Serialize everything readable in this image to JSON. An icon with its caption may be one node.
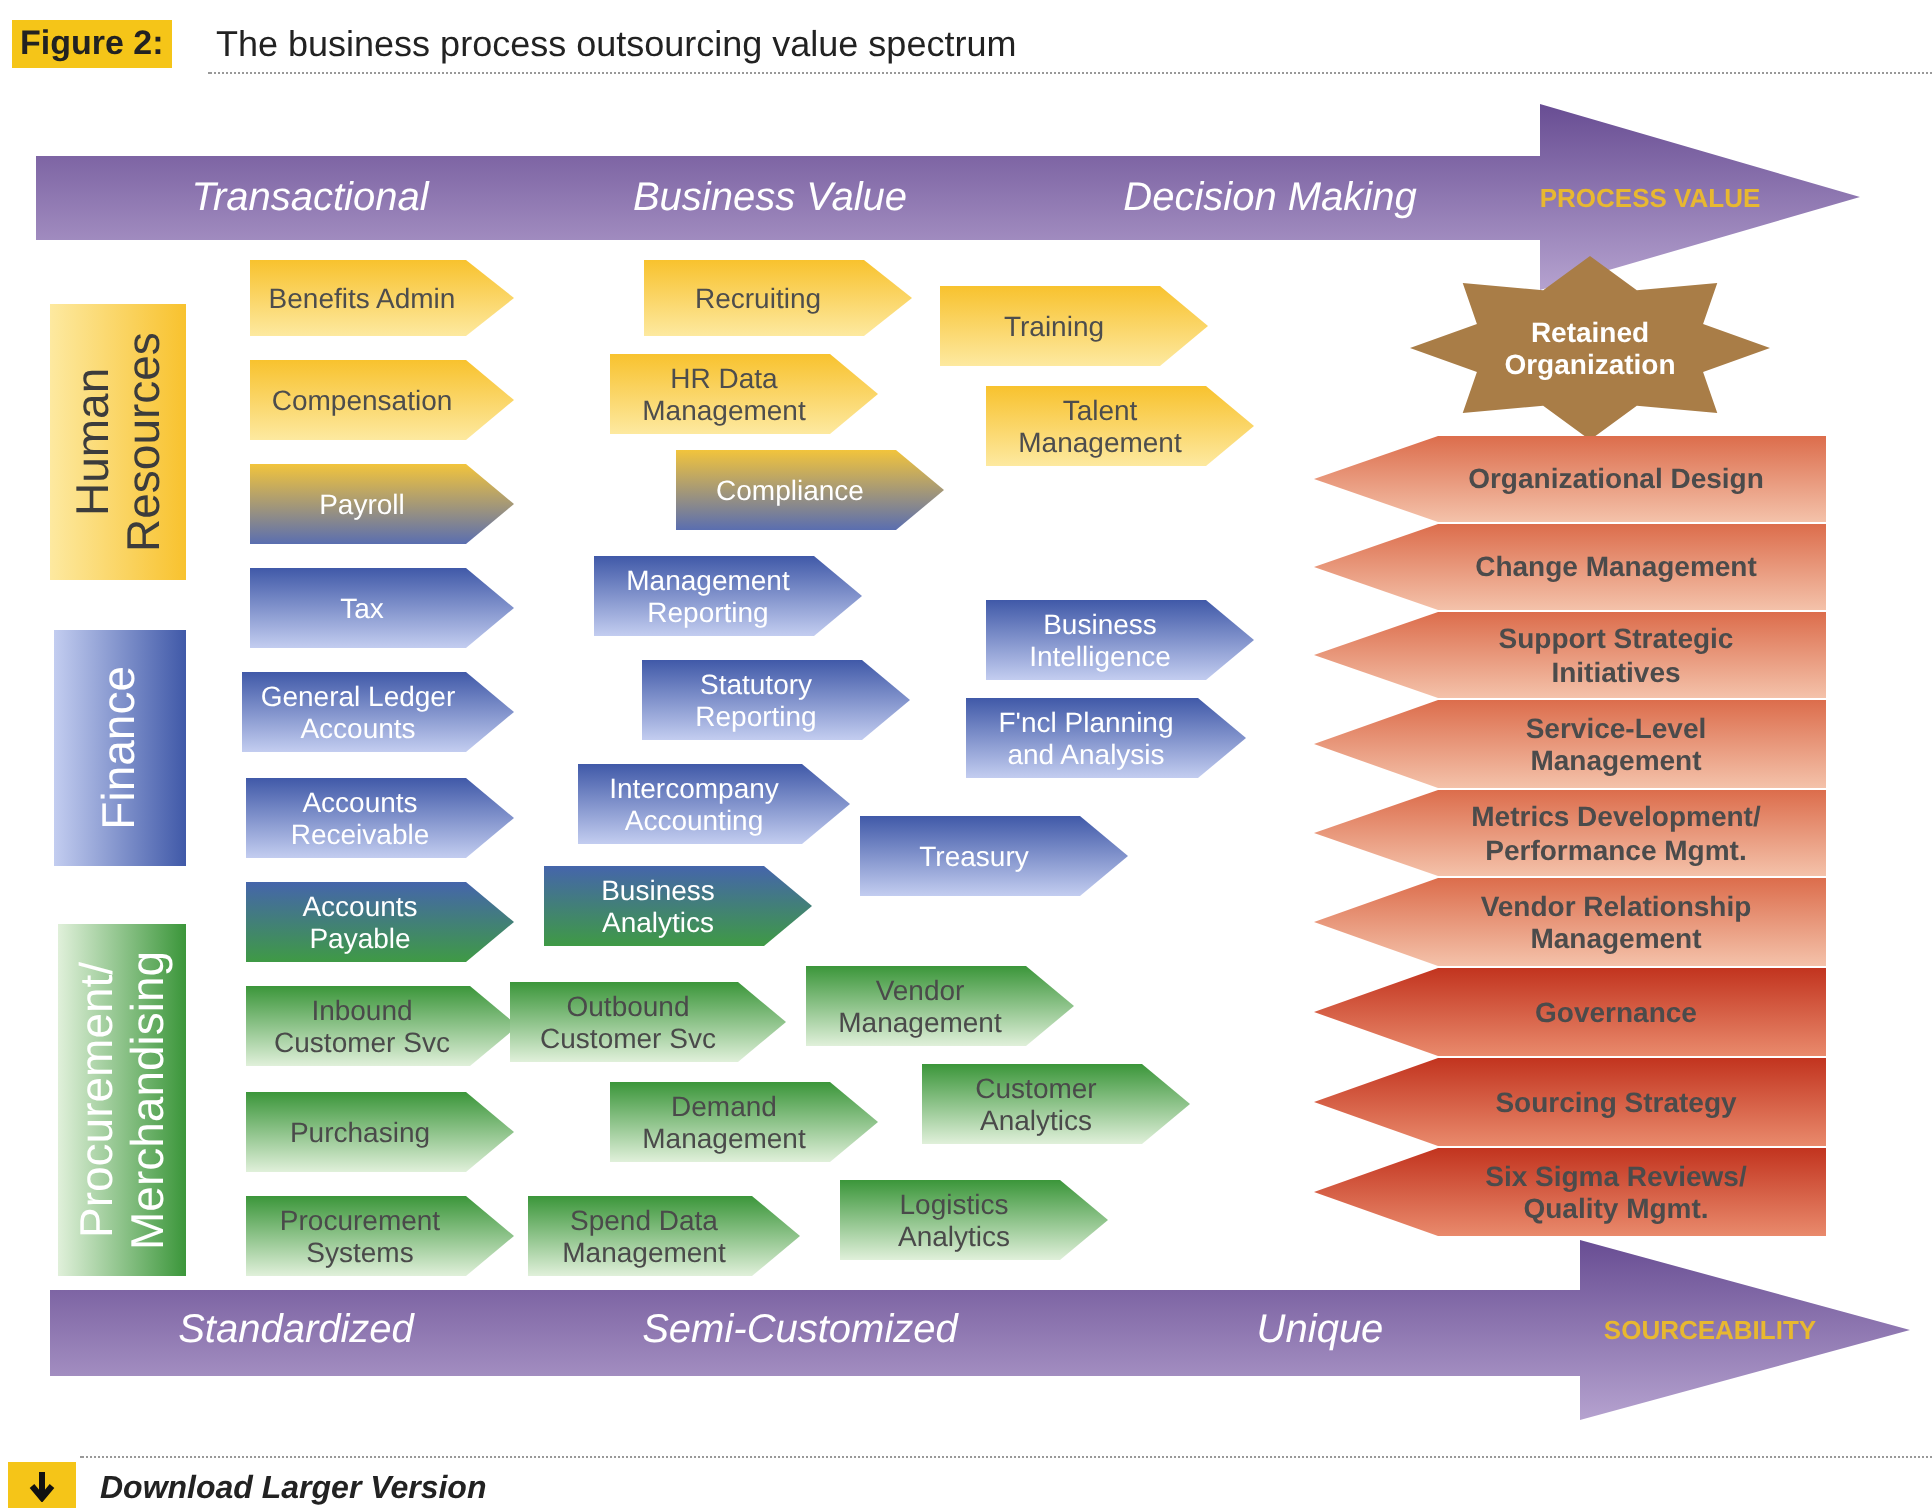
{
  "diagram": {
    "title": "The business process outsourcing value spectrum",
    "nodes": [
      {
        "text": [
          "Transactional",
          "Business Value",
          "Decision Making",
          "PROCESS VALUE"
        ]
      },
      {
        "text": [
          "Human Resources"
        ]
      },
      {
        "text": [
          "Finance"
        ]
      },
      {
        "text": [
          "Procurement/ Merchandising"
        ]
      },
      {
        "text": [
          "Benefits Admin"
        ]
      },
      {
        "text": [
          "Compensation"
        ]
      },
      {
        "text": [
          "Payroll"
        ]
      },
      {
        "text": [
          "Tax"
        ]
      },
      {
        "text": [
          "General Ledger Accounts"
        ]
      },
      {
        "text": [
          "Accounts Receivable"
        ]
      },
      {
        "text": [
          "Accounts Payable"
        ]
      },
      {
        "text": [
          "Inbound Customer Svc"
        ]
      },
      {
        "text": [
          "Purchasing"
        ]
      },
      {
        "text": [
          "Procurement Systems"
        ]
      },
      {
        "text": [
          "Recruiting"
        ]
      },
      {
        "text": [
          "HR Data Management"
        ]
      },
      {
        "text": [
          "Compliance"
        ]
      },
      {
        "text": [
          "Management Reporting"
        ]
      },
      {
        "text": [
          "Statutory Reporting"
        ]
      },
      {
        "text": [
          "Intercompany Accounting"
        ]
      },
      {
        "text": [
          "Business Analytics"
        ]
      },
      {
        "text": [
          "Outbound Customer Svc"
        ]
      },
      {
        "text": [
          "Demand Management"
        ]
      },
      {
        "text": [
          "Spend Data Management"
        ]
      },
      {
        "text": [
          "Training"
        ]
      },
      {
        "text": [
          "Talent Management"
        ]
      },
      {
        "text": [
          "Business Intelligence"
        ]
      },
      {
        "text": [
          "F'ncl Planning and Analysis"
        ]
      },
      {
        "text": [
          "Treasury"
        ]
      },
      {
        "text": [
          "Vendor Management"
        ]
      },
      {
        "text": [
          "Customer Analytics"
        ]
      },
      {
        "text": [
          "Logistics Analytics"
        ]
      },
      {
        "text": [
          "Retained Organization"
        ]
      },
      {
        "text": [
          "Organizational Design"
        ]
      },
      {
        "text": [
          "Change Management"
        ]
      },
      {
        "text": [
          "Support Strategic Initiatives"
        ]
      },
      {
        "text": [
          "Service-Level Management"
        ]
      },
      {
        "text": [
          "Metrics Development/ Performance Mgmt."
        ]
      },
      {
        "text": [
          "Vendor Relationship Management"
        ]
      },
      {
        "text": [
          "Governance"
        ]
      },
      {
        "text": [
          "Sourcing Strategy"
        ]
      },
      {
        "text": [
          "Six Sigma Reviews/ Quality Mgmt."
        ]
      },
      {
        "text": [
          "Standardized",
          "Semi-Customized",
          "Unique",
          "SOURCEABILITY"
        ]
      }
    ],
    "labels": [
      "Figure 2:",
      "Download Larger Version"
    ]
  }
}
